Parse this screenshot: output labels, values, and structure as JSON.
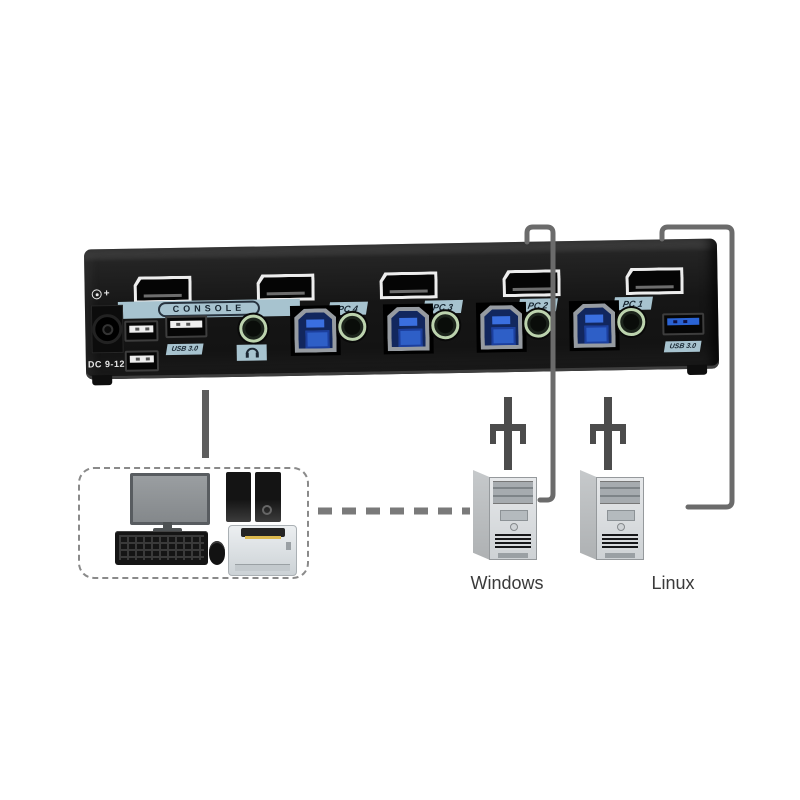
{
  "device": {
    "name": "4-port DisplayPort KVM switch rear panel",
    "dc_voltage_label": "DC 9-12V",
    "console_label": "CONSOLE",
    "usb3_label": "USB 3.0",
    "pc_ports": [
      {
        "label": "PC 4"
      },
      {
        "label": "PC 3"
      },
      {
        "label": "PC 2"
      },
      {
        "label": "PC 1"
      }
    ],
    "displayport_count": "5"
  },
  "computers": [
    {
      "label": "Windows"
    },
    {
      "label": "Linux"
    }
  ],
  "icons": {
    "dc_polarity": "center-positive-polarity-icon",
    "headphone": "headphone-icon",
    "dp_cable_plug": "display-cable-plug-icon"
  },
  "colors": {
    "device_body": "#161616",
    "label_tag_blue": "#a7c3cf",
    "cable_gray": "#6b6b6b",
    "usb_b_blue": "#2e5fc7",
    "usb3_blue": "#2a63d4",
    "audio_ring_green": "#bcd3ae",
    "tower_gray": "#d7dadc"
  }
}
